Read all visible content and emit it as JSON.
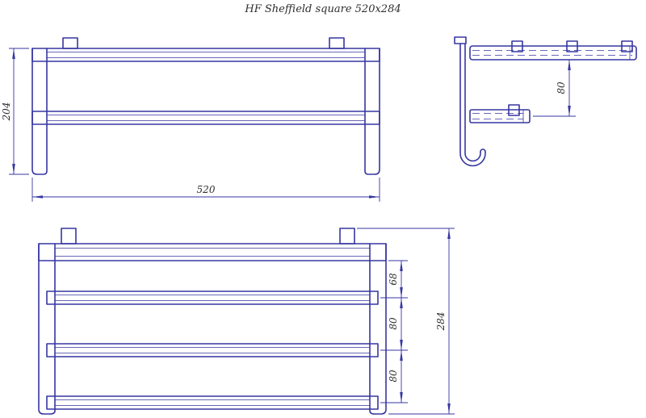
{
  "title": "HF Sheffield square 520x284",
  "colors": {
    "line": "#3636a2",
    "text": "#2e2e2e",
    "background": "#ffffff"
  },
  "views": {
    "top_front": {
      "dims": {
        "height": "204",
        "width": "520"
      }
    },
    "side": {
      "dims": {
        "gap": "80"
      }
    },
    "bottom_front": {
      "dims": {
        "gap_top": "68",
        "gap_mid": "80",
        "gap_bottom": "80",
        "total": "284"
      }
    }
  }
}
